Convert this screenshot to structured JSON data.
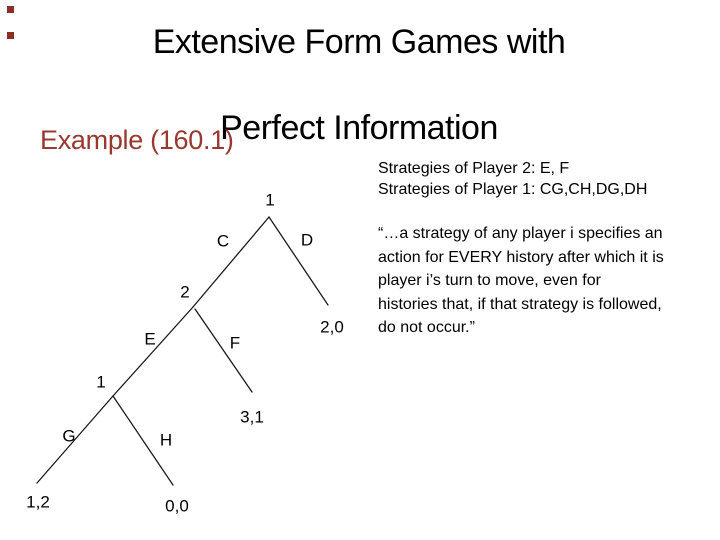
{
  "slide": {
    "title_line1": "Extensive Form Games with",
    "title_line2": "Perfect Information",
    "heading": "Example (160.1)",
    "colors": {
      "background": "#ffffff",
      "heading_accent": "#98382e",
      "corner_marker": "#8c2e26",
      "text": "#000000",
      "tree_line": "#1a1a1a"
    }
  },
  "notes": {
    "strategies_line1": "Strategies of Player 2: E, F",
    "strategies_line2": "Strategies of Player 1: CG,CH,DG,DH",
    "quote_lines": [
      "“…a strategy of any player i specifies an",
      "action for EVERY history after which it is",
      "player i’s turn to move, even for",
      "histories that, if that strategy is followed,",
      "do not occur.”"
    ]
  },
  "tree": {
    "type": "extensive-form-game-tree",
    "players": {
      "root": "1",
      "after_C": "2",
      "after_CE": "1"
    },
    "actions": {
      "C": "C",
      "D": "D",
      "E": "E",
      "F": "F",
      "G": "G",
      "H": "H"
    },
    "payoffs": {
      "after_D": "2,0",
      "after_F": "3,1",
      "after_G": "1,2",
      "after_H": "0,0"
    },
    "edges": [
      {
        "from_player": "1",
        "action": "C",
        "leads_to": "decision node of player 2"
      },
      {
        "from_player": "1",
        "action": "D",
        "payoff": "2,0"
      },
      {
        "from_player": "2",
        "action": "E",
        "leads_to": "decision node of player 1"
      },
      {
        "from_player": "2",
        "action": "F",
        "payoff": "3,1"
      },
      {
        "from_player": "1",
        "action": "G",
        "payoff": "1,2"
      },
      {
        "from_player": "1",
        "action": "H",
        "payoff": "0,0"
      }
    ]
  }
}
